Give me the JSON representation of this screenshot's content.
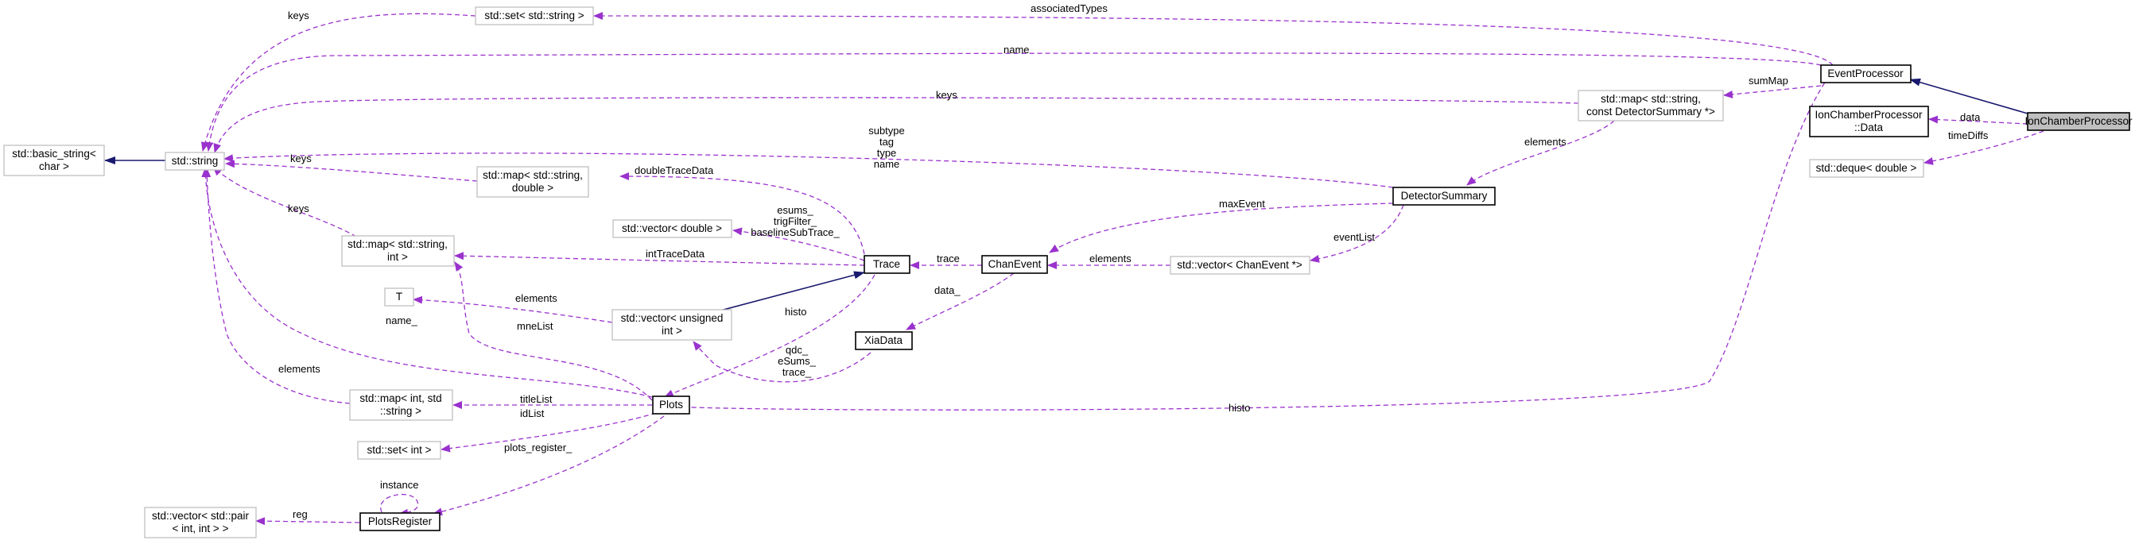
{
  "diagram": {
    "nodes": {
      "std_string": "std::string",
      "std_basic_string": [
        "std::basic_string<",
        "char >"
      ],
      "set_string": "std::set< std::string >",
      "map_string_double": [
        "std::map< std::string,",
        "double >"
      ],
      "vector_double": "std::vector< double >",
      "map_string_int": [
        "std::map< std::string,",
        "int >"
      ],
      "T": "T",
      "vector_uint": [
        "std::vector< unsigned",
        "int >"
      ],
      "map_int_string": [
        "std::map< int, std",
        "::string >"
      ],
      "set_int": "std::set< int >",
      "vector_pair": [
        "std::vector< std::pair",
        "< int, int > >"
      ],
      "plots_register": "PlotsRegister",
      "plots": "Plots",
      "trace": "Trace",
      "xia_data": "XiaData",
      "chan_event": "ChanEvent",
      "vector_chanevent": "std::vector< ChanEvent *>",
      "detector_summary": "DetectorSummary",
      "map_summary": [
        "std::map< std::string,",
        "const DetectorSummary *>"
      ],
      "event_processor": "EventProcessor",
      "ion_chamber_data": [
        "IonChamberProcessor",
        "::Data"
      ],
      "deque_double": "std::deque< double >",
      "ion_chamber_processor": "IonChamberProcessor"
    },
    "edge_labels": {
      "keys_set": "keys",
      "associated_types": "associatedTypes",
      "name": "name",
      "keys_summap": "keys",
      "sum_map": "sumMap",
      "elements_summap": "elements",
      "subtype_block": [
        "subtype",
        "tag",
        "type",
        "name"
      ],
      "keys_double": "keys",
      "double_trace_data": "doubleTraceData",
      "trace_vectors": [
        "esums_",
        "trigFilter_",
        "baselineSubTrace_"
      ],
      "max_event": "maxEvent",
      "keys_int": "keys",
      "int_trace_data": "intTraceData",
      "trace_edge": "trace",
      "elements_chanevent": "elements",
      "event_list": "eventList",
      "data_edge": "data_",
      "elements_T": "elements",
      "histo_trace": "histo",
      "name_plots": "name_",
      "mne_list": "mneList",
      "xia_vectors": [
        "qdc_",
        "eSums_",
        "trace_"
      ],
      "elements_intmap": "elements",
      "title_list": "titleList",
      "id_list": "idList",
      "plots_register_edge": "plots_register_",
      "instance": "instance",
      "reg": "reg",
      "histo_plots": "histo",
      "data_ion": "data",
      "time_diffs": "timeDiffs"
    }
  }
}
